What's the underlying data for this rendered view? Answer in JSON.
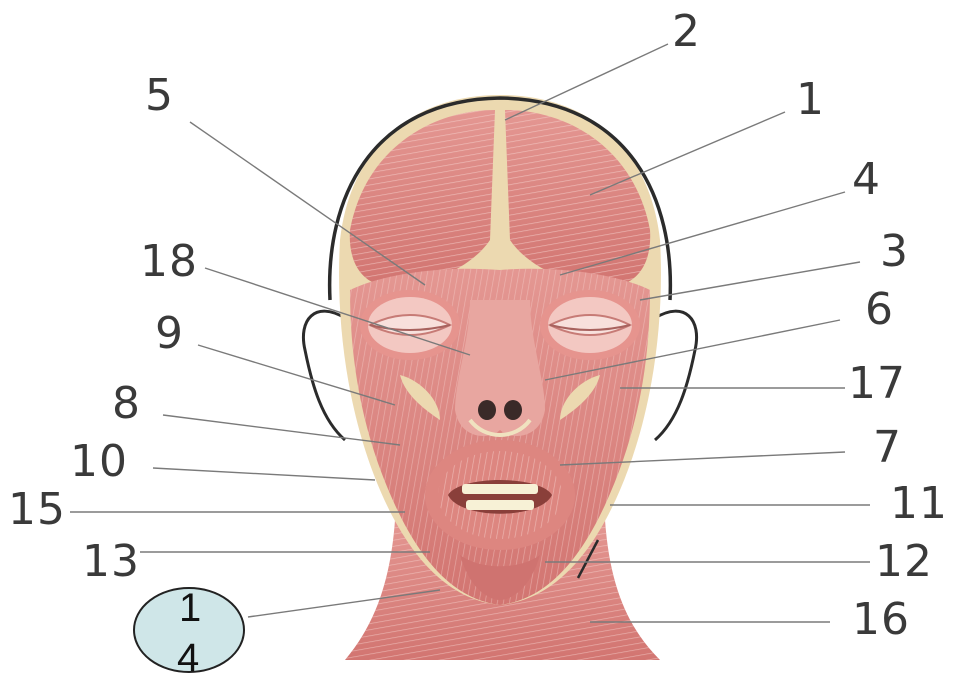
{
  "labels": {
    "n1": "1",
    "n2": "2",
    "n3": "3",
    "n4": "4",
    "n5": "5",
    "n6": "6",
    "n7": "7",
    "n8": "8",
    "n9": "9",
    "n10": "10",
    "n11": "11",
    "n12": "12",
    "n13": "13",
    "n15": "15",
    "n16": "16",
    "n17": "17",
    "n18": "18"
  },
  "bubble": {
    "top": "1",
    "bottom": "4",
    "fill": "#cfe6e8"
  },
  "colors": {
    "muscle": "#d9827e",
    "muscle_light": "#f3c8c2",
    "skull": "#ecd9b0",
    "outline": "#2b2b2b",
    "leader": "#7a7a7a"
  }
}
